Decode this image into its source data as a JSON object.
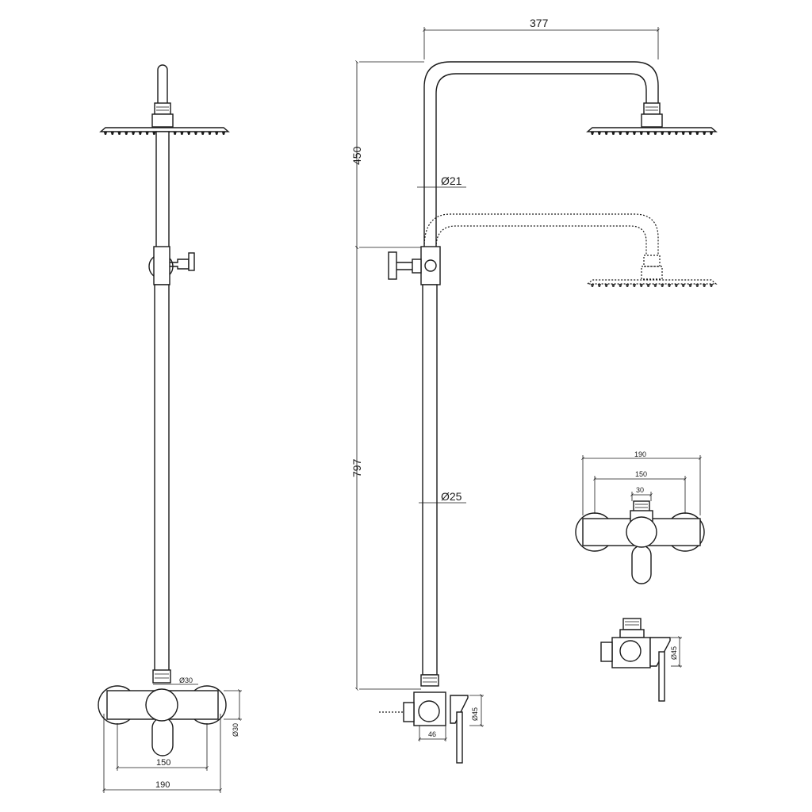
{
  "dimensions": {
    "arm_reach": "377",
    "upper_height": "450",
    "lower_height": "797",
    "upper_pipe_dia": "Ø21",
    "lower_pipe_dia": "Ø25",
    "front_outlet_dia": "Ø30",
    "front_flange_dia": "Ø30",
    "front_centers": "150",
    "front_overall": "190",
    "side_body_dia": "Ø45",
    "side_depth": "46",
    "detail_overall": "190",
    "detail_centers": "150",
    "detail_outlet": "30",
    "detail_side_dia": "Ø45"
  },
  "views": [
    "front-elevation",
    "side-elevation",
    "mixer-front-detail",
    "mixer-side-detail"
  ]
}
